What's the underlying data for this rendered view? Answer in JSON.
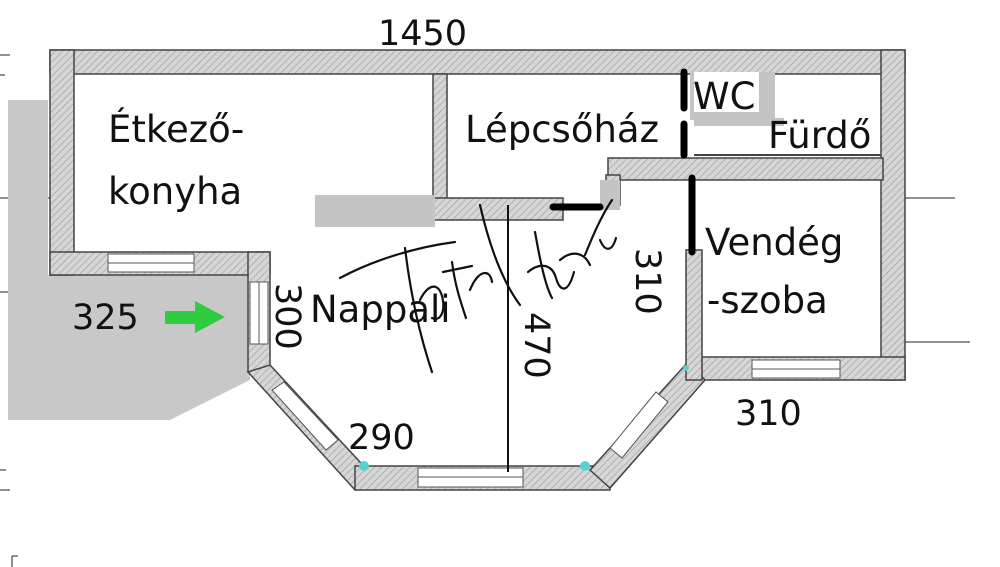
{
  "plan": {
    "rooms": {
      "dining_kitchen_1": "Étkező-",
      "dining_kitchen_2": "konyha",
      "staircase": "Lépcsőház",
      "wc": "WC",
      "bathroom": "Fürdő",
      "living_room": "Nappali",
      "guest_room_1": "Vendég",
      "guest_room_2": "-szoba"
    },
    "dimensions": {
      "total_width": "1450",
      "terrace": "325",
      "living_left": "300",
      "living_depth": "470",
      "guest_height": "310",
      "guest_width": "310",
      "bay_side": "290"
    }
  },
  "colors": {
    "wall_fill": "#cfcfcf",
    "wall_stroke": "#444444",
    "terrace": "#c8c8c8",
    "arrow": "#2ecc40",
    "text": "#111111",
    "accent_marker": "#000000",
    "window_dot": "#5ad1d1"
  },
  "icons": {
    "entrance": "green-arrow-right-icon",
    "signature": "handwritten-signature"
  }
}
